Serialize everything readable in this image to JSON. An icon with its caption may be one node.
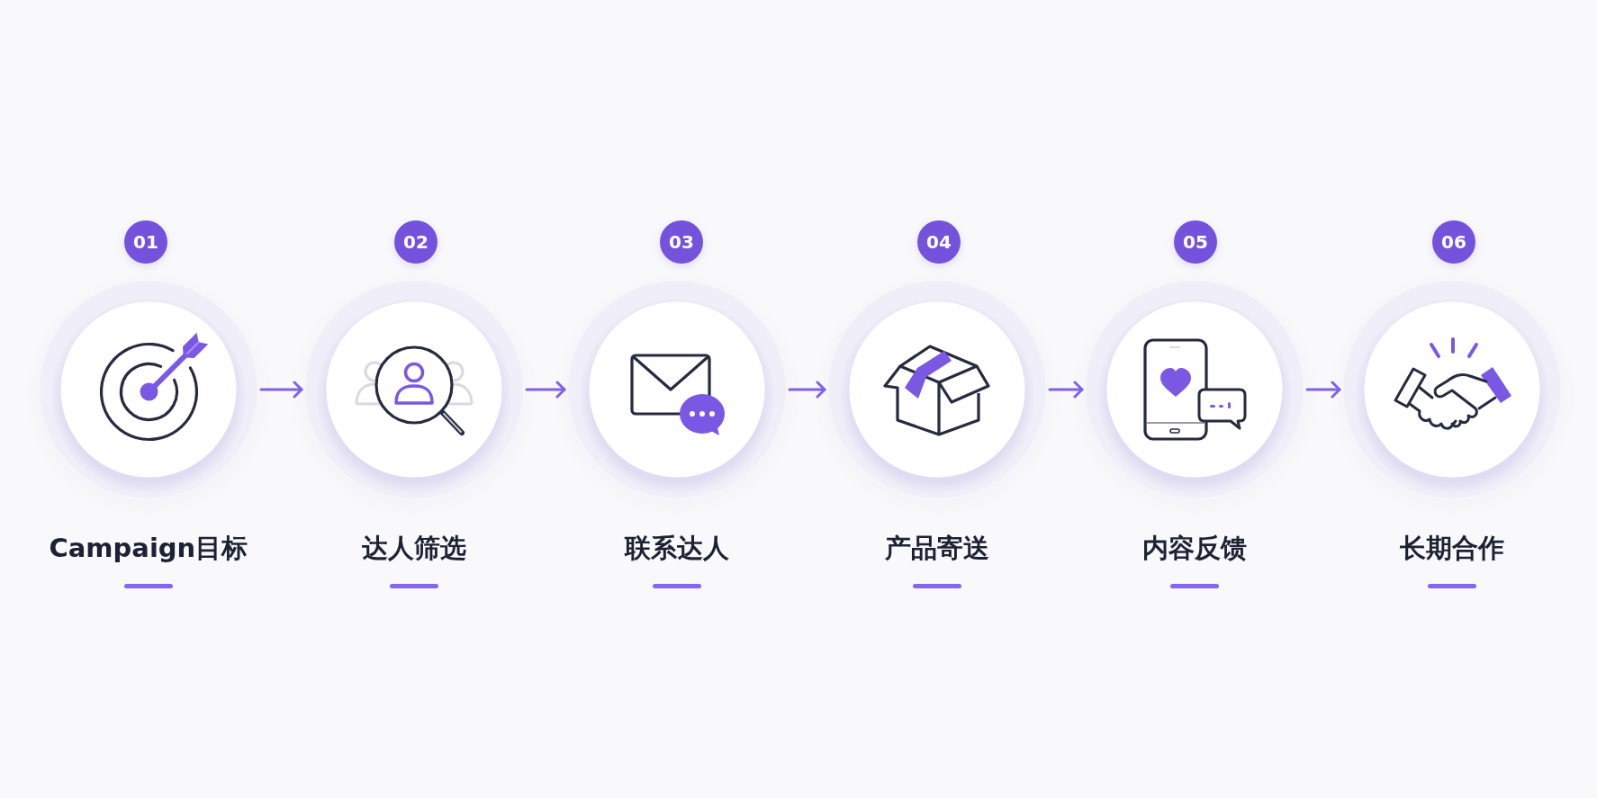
{
  "diagram": {
    "nodes": [
      {
        "text": [
          "01"
        ]
      },
      {
        "text": [
          "02"
        ]
      },
      {
        "text": [
          "03"
        ]
      },
      {
        "text": [
          "04"
        ]
      },
      {
        "text": [
          "05"
        ]
      },
      {
        "text": [
          "06"
        ]
      },
      {
        "text": [
          "Campaign目标"
        ]
      },
      {
        "text": [
          "达人筛选"
        ]
      },
      {
        "text": [
          "联系达人"
        ]
      },
      {
        "text": [
          "产品寄送"
        ]
      },
      {
        "text": [
          "内容反馈"
        ]
      },
      {
        "text": [
          "长期合作"
        ]
      }
    ],
    "edges": [
      {
        "from": 6,
        "to": 7,
        "arrow": "to"
      },
      {
        "from": 7,
        "to": 8,
        "arrow": "to"
      },
      {
        "from": 8,
        "to": 9,
        "arrow": "to"
      },
      {
        "from": 9,
        "to": 10,
        "arrow": "to"
      },
      {
        "from": 10,
        "to": 11,
        "arrow": "to"
      }
    ]
  }
}
